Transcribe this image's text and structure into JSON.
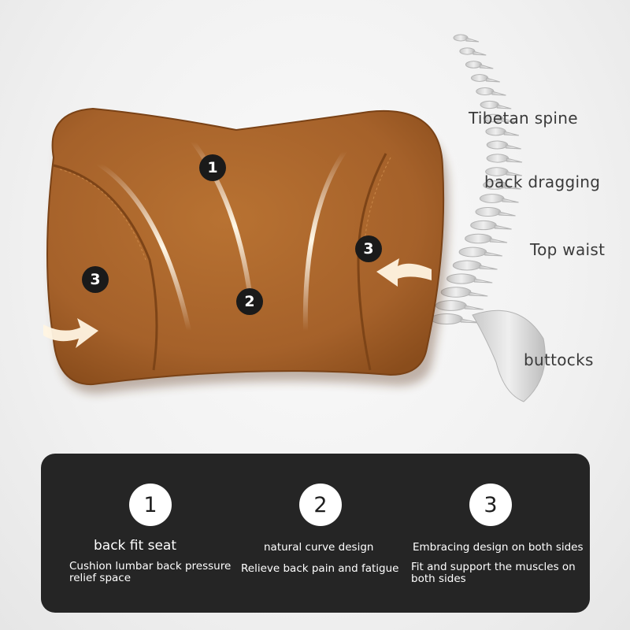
{
  "image_markers": {
    "top_center": "1",
    "lower_center": "2",
    "left_side": "3",
    "right_side": "3"
  },
  "spine_labels": {
    "upper": "Tibetan spine",
    "upper_middle": "back dragging",
    "middle": "Top waist",
    "lower": "buttocks"
  },
  "features": [
    {
      "number": "1",
      "title": "back fit seat",
      "description": "Cushion lumbar back pressure relief space"
    },
    {
      "number": "2",
      "title": "natural curve design",
      "description": "Relieve back pain and fatigue"
    },
    {
      "number": "3",
      "title": "Embracing design on both sides",
      "description": "Fit and support the muscles on both sides"
    }
  ],
  "colors": {
    "cushion_fabric": "#a8642a",
    "cushion_shadow": "#7f4618",
    "panel_background": "#252525",
    "marker_fill": "#1a1a1a",
    "page_background": "#f1f1f1"
  }
}
